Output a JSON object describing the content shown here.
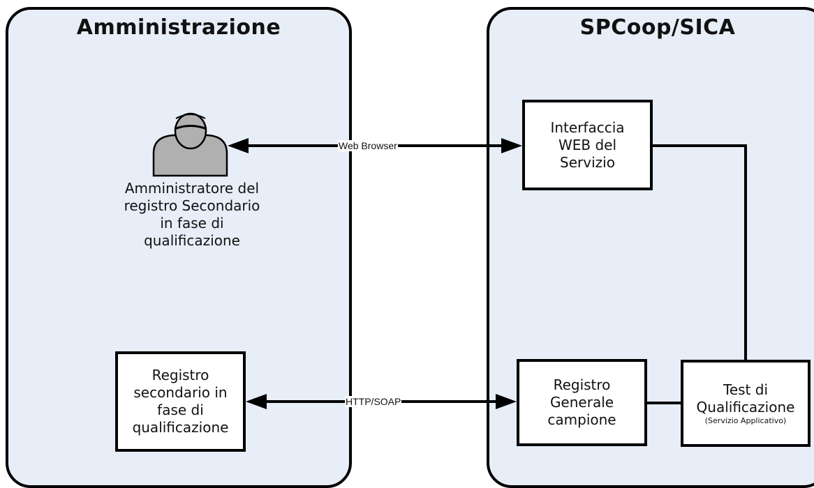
{
  "panels": {
    "left_title": "Amministrazione",
    "right_title": "SPCoop/SICA"
  },
  "actor": {
    "icon": "user-icon",
    "label_lines": [
      "Amministratore del",
      "registro Secondario",
      "in fase di",
      "qualificazione"
    ]
  },
  "boxes": {
    "registro_secondario": [
      "Registro",
      "secondario in",
      "fase di",
      "qualificazione"
    ],
    "interfaccia_web": [
      "Interfaccia",
      "WEB del",
      "Servizio"
    ],
    "registro_generale": [
      "Registro",
      "Generale",
      "campione"
    ],
    "test_qualificazione": {
      "lines": [
        "Test di",
        "Qualificazione"
      ],
      "note": "(Servizio Applicativo)"
    }
  },
  "connections": {
    "web_browser": "Web Browser",
    "http_soap": "HTTP/SOAP"
  },
  "colors": {
    "panel_fill": "#e8eef8",
    "stroke": "#000000",
    "actor_fill": "#b0b0b0"
  }
}
